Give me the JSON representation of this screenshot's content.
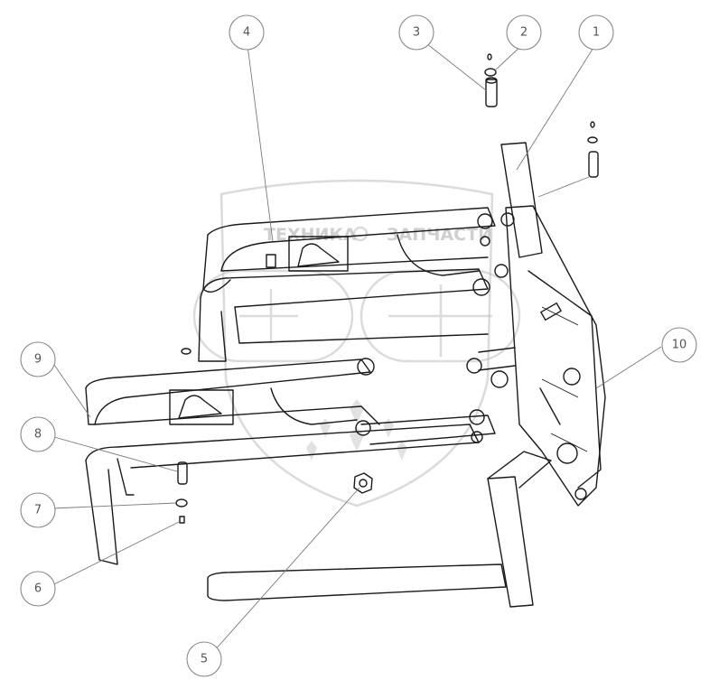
{
  "watermark": {
    "left_text": "ТЕХНИКА",
    "right_text": "ЗАПЧАСТИ"
  },
  "callouts": [
    {
      "id": "c1",
      "label": "1"
    },
    {
      "id": "c2",
      "label": "2"
    },
    {
      "id": "c3",
      "label": "3"
    },
    {
      "id": "c4",
      "label": "4"
    },
    {
      "id": "c5",
      "label": "5"
    },
    {
      "id": "c6",
      "label": "6"
    },
    {
      "id": "c7",
      "label": "7"
    },
    {
      "id": "c8",
      "label": "8"
    },
    {
      "id": "c9",
      "label": "9"
    },
    {
      "id": "c10",
      "label": "10"
    }
  ]
}
